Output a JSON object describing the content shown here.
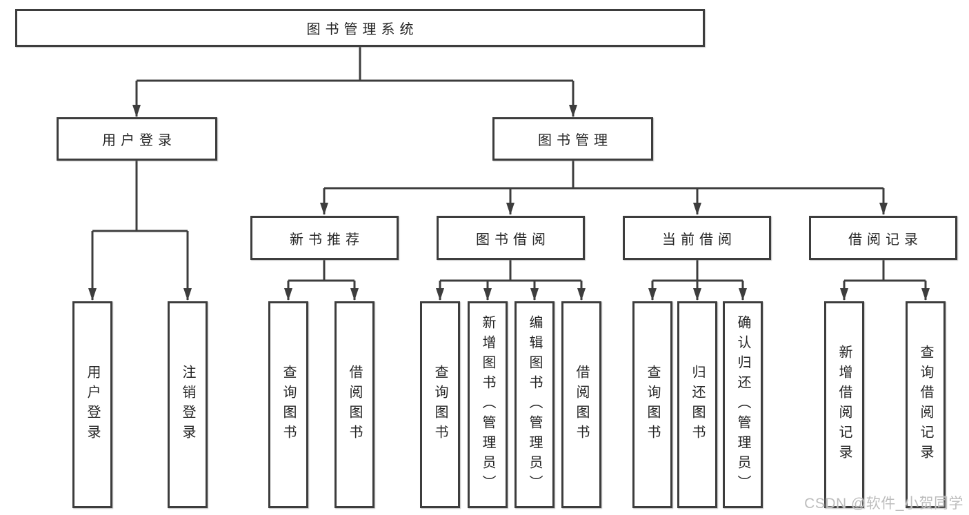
{
  "diagram": {
    "title": "图书管理系统",
    "level2": [
      {
        "label": "用户登录"
      },
      {
        "label": "图书管理"
      }
    ],
    "level3": [
      {
        "label": "新书推荐"
      },
      {
        "label": "图书借阅"
      },
      {
        "label": "当前借阅"
      },
      {
        "label": "借阅记录"
      }
    ],
    "leaves": [
      {
        "label": "用户登录"
      },
      {
        "label": "注销登录"
      },
      {
        "label": "查询图书"
      },
      {
        "label": "借阅图书"
      },
      {
        "label": "查询图书"
      },
      {
        "label": "新增图书（管理员）"
      },
      {
        "label": "编辑图书（管理员）"
      },
      {
        "label": "借阅图书"
      },
      {
        "label": "查询图书"
      },
      {
        "label": "归还图书"
      },
      {
        "label": "确认归还（管理员）"
      },
      {
        "label": "新增借阅记录"
      },
      {
        "label": "查询借阅记录"
      }
    ],
    "watermark": "CSDN @软件_小贺同学",
    "colors": {
      "line": "#3d3d3d",
      "text": "#262626",
      "watermark": "#bdbdbd",
      "background": "#ffffff"
    }
  }
}
